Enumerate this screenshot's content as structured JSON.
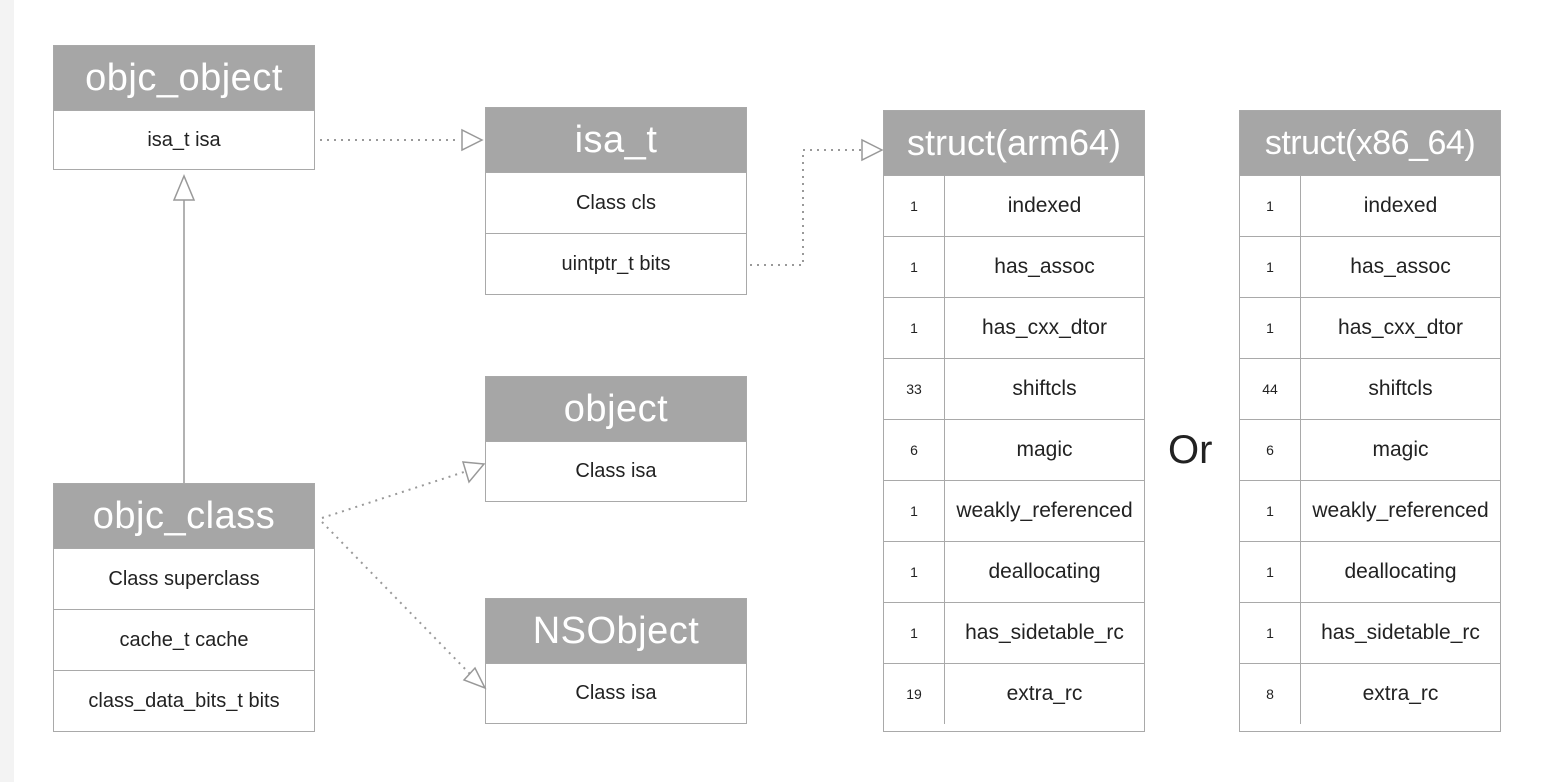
{
  "objc_object": {
    "title": "objc_object",
    "fields": [
      "isa_t isa"
    ]
  },
  "isa_t": {
    "title": "isa_t",
    "fields": [
      "Class cls",
      "uintptr_t bits"
    ]
  },
  "objc_class": {
    "title": "objc_class",
    "fields": [
      "Class superclass",
      "cache_t cache",
      "class_data_bits_t bits"
    ]
  },
  "object": {
    "title": "object",
    "fields": [
      "Class isa"
    ]
  },
  "nsobject": {
    "title": "NSObject",
    "fields": [
      "Class isa"
    ]
  },
  "struct_arm64": {
    "title": "struct(arm64)",
    "rows": [
      {
        "bits": "1",
        "name": "indexed"
      },
      {
        "bits": "1",
        "name": "has_assoc"
      },
      {
        "bits": "1",
        "name": "has_cxx_dtor"
      },
      {
        "bits": "33",
        "name": "shiftcls"
      },
      {
        "bits": "6",
        "name": "magic"
      },
      {
        "bits": "1",
        "name": "weakly_referenced"
      },
      {
        "bits": "1",
        "name": "deallocating"
      },
      {
        "bits": "1",
        "name": "has_sidetable_rc"
      },
      {
        "bits": "19",
        "name": "extra_rc"
      }
    ]
  },
  "struct_x86_64": {
    "title": "struct(x86_64)",
    "rows": [
      {
        "bits": "1",
        "name": "indexed"
      },
      {
        "bits": "1",
        "name": "has_assoc"
      },
      {
        "bits": "1",
        "name": "has_cxx_dtor"
      },
      {
        "bits": "44",
        "name": "shiftcls"
      },
      {
        "bits": "6",
        "name": "magic"
      },
      {
        "bits": "1",
        "name": "weakly_referenced"
      },
      {
        "bits": "1",
        "name": "deallocating"
      },
      {
        "bits": "1",
        "name": "has_sidetable_rc"
      },
      {
        "bits": "8",
        "name": "extra_rc"
      }
    ]
  },
  "or_label": "Or",
  "colors": {
    "header": "#a6a6a6",
    "border": "#a9a9a9",
    "connector": "#999999"
  }
}
